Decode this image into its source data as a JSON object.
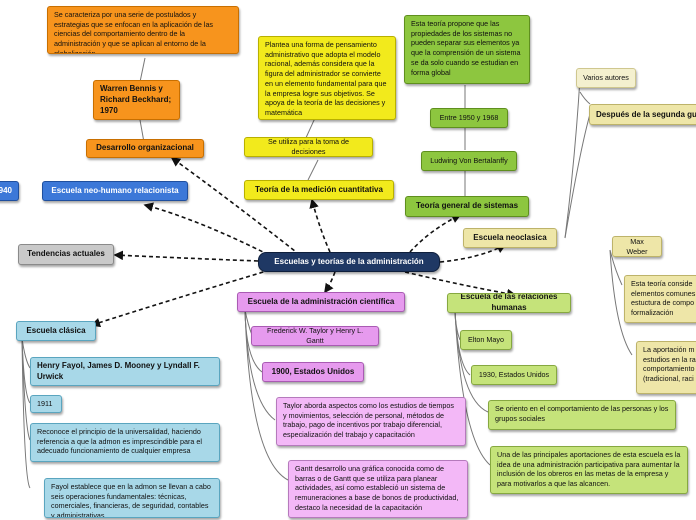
{
  "center": "Escuelas y teorías de la administración",
  "orange": {
    "desc": "Se caracteriza por una serie de postulados y estrategias que se enfocan en la aplicación de las ciencias del comportamiento dentro de la administración y que se aplican al entorno de la globalización",
    "authors": "Warren Bennis y Richard Beckhard; 1970",
    "title": "Desarrollo organizacional"
  },
  "yellow": {
    "desc": "Plantea una forma de pensamiento administrativo que adopta el modelo racional, además considera que la figura del administrador se convierte en un elemento fundamental para que la empresa logre sus objetivos. Se apoya de la teoría de las decisiones y matemática",
    "use": "Se utiliza para la toma de decisiones",
    "title": "Teoría de la medición cuantitativa"
  },
  "systems": {
    "desc": "Esta teoría propone que las propiedades de los sistemas no pueden separar sus elementos ya que la comprensión de un sistema se da solo cuando se estudian en forma global",
    "years": "Entre 1950 y 1968",
    "author": "Ludwing Von Bertalanffy",
    "title": "Teoría general de sistemas"
  },
  "neohuman": {
    "title": "Escuela neo-humano relacionista",
    "stub": "940"
  },
  "trends": {
    "title": "Tendencias actuales"
  },
  "classic": {
    "title": "Escuela clásica",
    "authors": "Henry Fayol, James D. Mooney y Lyndall F. Urwick",
    "year": "1911",
    "p1": "Reconoce el principio de la universalidad, haciendo referencia a que la admon es imprescindible para el adecuado funcionamiento de cualquier empresa",
    "p2": "Fayol establece que en la admon se llevan a cabo seis operaciones fundamentales: técnicas, comerciales, financieras, de seguridad, contables y administrativas"
  },
  "scientific": {
    "title": "Escuela de la administración científica",
    "authors": "Frederick W. Taylor y Henry L. Gantt",
    "year": "1900, Estados Unidos",
    "p1": "Taylor aborda aspectos como los estudios de tiempos y movimientos, selección de personal, métodos de trabajo, pago de incentivos por trabajo diferencial, especialización del trabajo y capacitación",
    "p2": "Gantt desarrollo una gráfica conocida como de barras o de Gantt que se utiliza para planear actividades, así como estableció un sistema de remuneraciones a base de bonos de productividad, destaco la necesidad de la capacitación"
  },
  "human": {
    "title": "Escuela de las relaciones humanas",
    "author": "Elton Mayo",
    "year": "1930, Estados Unidos",
    "p1": "Se oriento en el comportamiento de las personas y los grupos sociales",
    "p2": "Una de las principales aportaciones de esta escuela es la idea de una administración participativa para aumentar la inclusión de los obreros en las metas de la empresa y para motivarlos a que las alcancen."
  },
  "neoclassic": {
    "title": "Escuela neoclasica",
    "authors": "Varios autores",
    "after": "Después de la segunda gu"
  },
  "weber": {
    "author": "Max Weber",
    "p1": "Esta teoría conside elementos comunes estuctura de compo formalización",
    "p2": "La aportación m estudios en la ra comportamiento (tradicional, raci"
  }
}
